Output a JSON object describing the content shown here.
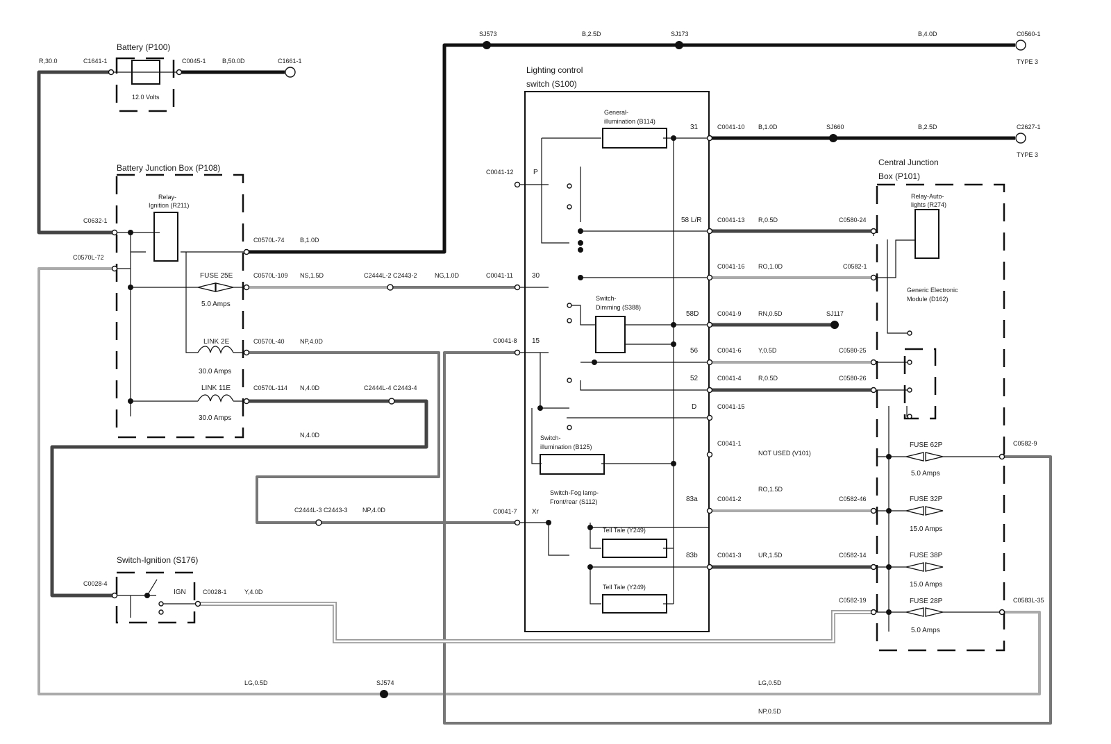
{
  "components": {
    "battery": {
      "title": "Battery (P100)",
      "volts": "12.0 Volts"
    },
    "bjb": {
      "title": "Battery Junction Box (P108)",
      "relay": [
        "Relay-",
        "Ignition (R211)"
      ]
    },
    "lcs": {
      "title": [
        "Lighting control",
        "switch (S100)"
      ]
    },
    "cjb": {
      "title": [
        "Central Junction",
        "Box (P101)"
      ],
      "relay": [
        "Relay-Auto-",
        "lights (R274)"
      ],
      "gem": [
        "Generic Electronic",
        "Module (D162)"
      ]
    },
    "ign_switch": {
      "title": "Switch-Ignition (S176)",
      "pos": "IGN"
    },
    "gen_illum": [
      "General-",
      "illumination (B114)"
    ],
    "dimming": [
      "Switch-",
      "Dimming (S388)"
    ],
    "sw_illum": [
      "Switch-",
      "illumination (B125)"
    ],
    "foglamp": [
      "Switch-Fog lamp-",
      "Front/rear (S112)"
    ],
    "telltale1": "Tell Tale (Y249)",
    "telltale2": "Tell Tale (Y249)"
  },
  "fuses": {
    "f25e": {
      "name": "FUSE 25E",
      "rating": "5.0 Amps"
    },
    "l2e": {
      "name": "LINK 2E",
      "rating": "30.0 Amps"
    },
    "l11e": {
      "name": "LINK 11E",
      "rating": "30.0 Amps"
    },
    "f62p": {
      "name": "FUSE 62P",
      "rating": "5.0 Amps"
    },
    "f32p": {
      "name": "FUSE 32P",
      "rating": "15.0 Amps"
    },
    "f38p": {
      "name": "FUSE 38P",
      "rating": "15.0 Amps"
    },
    "f28p": {
      "name": "FUSE 28P",
      "rating": "5.0 Amps"
    }
  },
  "switch_terms": {
    "p": "P",
    "t30": "30",
    "t15": "15",
    "xr": "Xr"
  },
  "pins": {
    "p31": "31",
    "p58lr": "58 L/R",
    "p58d": "58D",
    "p56": "56",
    "p52": "52",
    "pD": "D",
    "p83a": "83a",
    "p83b": "83b"
  },
  "connectors": {
    "c1641": "C1641-1",
    "c0045": "C0045-1",
    "c1661": "C1661-1",
    "c0632": "C0632-1",
    "c0570l72": "C0570L-72",
    "c0570l74": "C0570L-74",
    "c0570l109": "C0570L-109",
    "c0570l40": "C0570L-40",
    "c0570l114": "C0570L-114",
    "c2444l2": "C2444L-2 C2443-2",
    "c2444l4": "C2444L-4 C2443-4",
    "c2444l3": "C2444L-3 C2443-3",
    "c0041_12": "C0041-12",
    "c0041_11": "C0041-11",
    "c0041_8": "C0041-8",
    "c0041_7": "C0041-7",
    "c0041_10": "C0041-10",
    "c0041_13": "C0041-13",
    "c0041_16": "C0041-16",
    "c0041_9": "C0041-9",
    "c0041_6": "C0041-6",
    "c0041_4": "C0041-4",
    "c0041_15": "C0041-15",
    "c0041_1": "C0041-1",
    "c0041_2": "C0041-2",
    "c0041_3": "C0041-3",
    "c0560": "C0560-1",
    "c2627": "C2627-1",
    "c0580_24": "C0580-24",
    "c0582_1": "C0582-1",
    "c0580_25": "C0580-25",
    "c0580_26": "C0580-26",
    "c0582_46": "C0582-46",
    "c0582_14": "C0582-14",
    "c0582_19": "C0582-19",
    "c0582_9": "C0582-9",
    "c0583l35": "C0583L-35",
    "c0028_4": "C0028-4",
    "c0028_1": "C0028-1"
  },
  "splices": {
    "sj573": "SJ573",
    "sj173": "SJ173",
    "sj660": "SJ660",
    "sj117": "SJ117",
    "sj574": "SJ574"
  },
  "types": {
    "t1": "TYPE 3",
    "t2": "TYPE 3"
  },
  "wires": {
    "r30": "R,30.0",
    "b50": "B,50.0D",
    "b25a": "B,2.5D",
    "b40": "B,4.0D",
    "b10a": "B,1.0D",
    "b10b": "B,1.0D",
    "b25b": "B,2.5D",
    "ns15": "NS,1.5D",
    "ng10": "NG,1.0D",
    "np40a": "NP,4.0D",
    "n40a": "N,4.0D",
    "n40b": "N,4.0D",
    "np40b": "NP,4.0D",
    "r05a": "R,0.5D",
    "ro10": "RO,1.0D",
    "rn05": "RN,0.5D",
    "y05": "Y,0.5D",
    "r05b": "R,0.5D",
    "notused": "NOT USED (V101)",
    "ro15": "RO,1.5D",
    "ur15": "UR,1.5D",
    "y40": "Y,4.0D",
    "lg05a": "LG,0.5D",
    "lg05b": "LG,0.5D",
    "np05": "NP,0.5D"
  }
}
